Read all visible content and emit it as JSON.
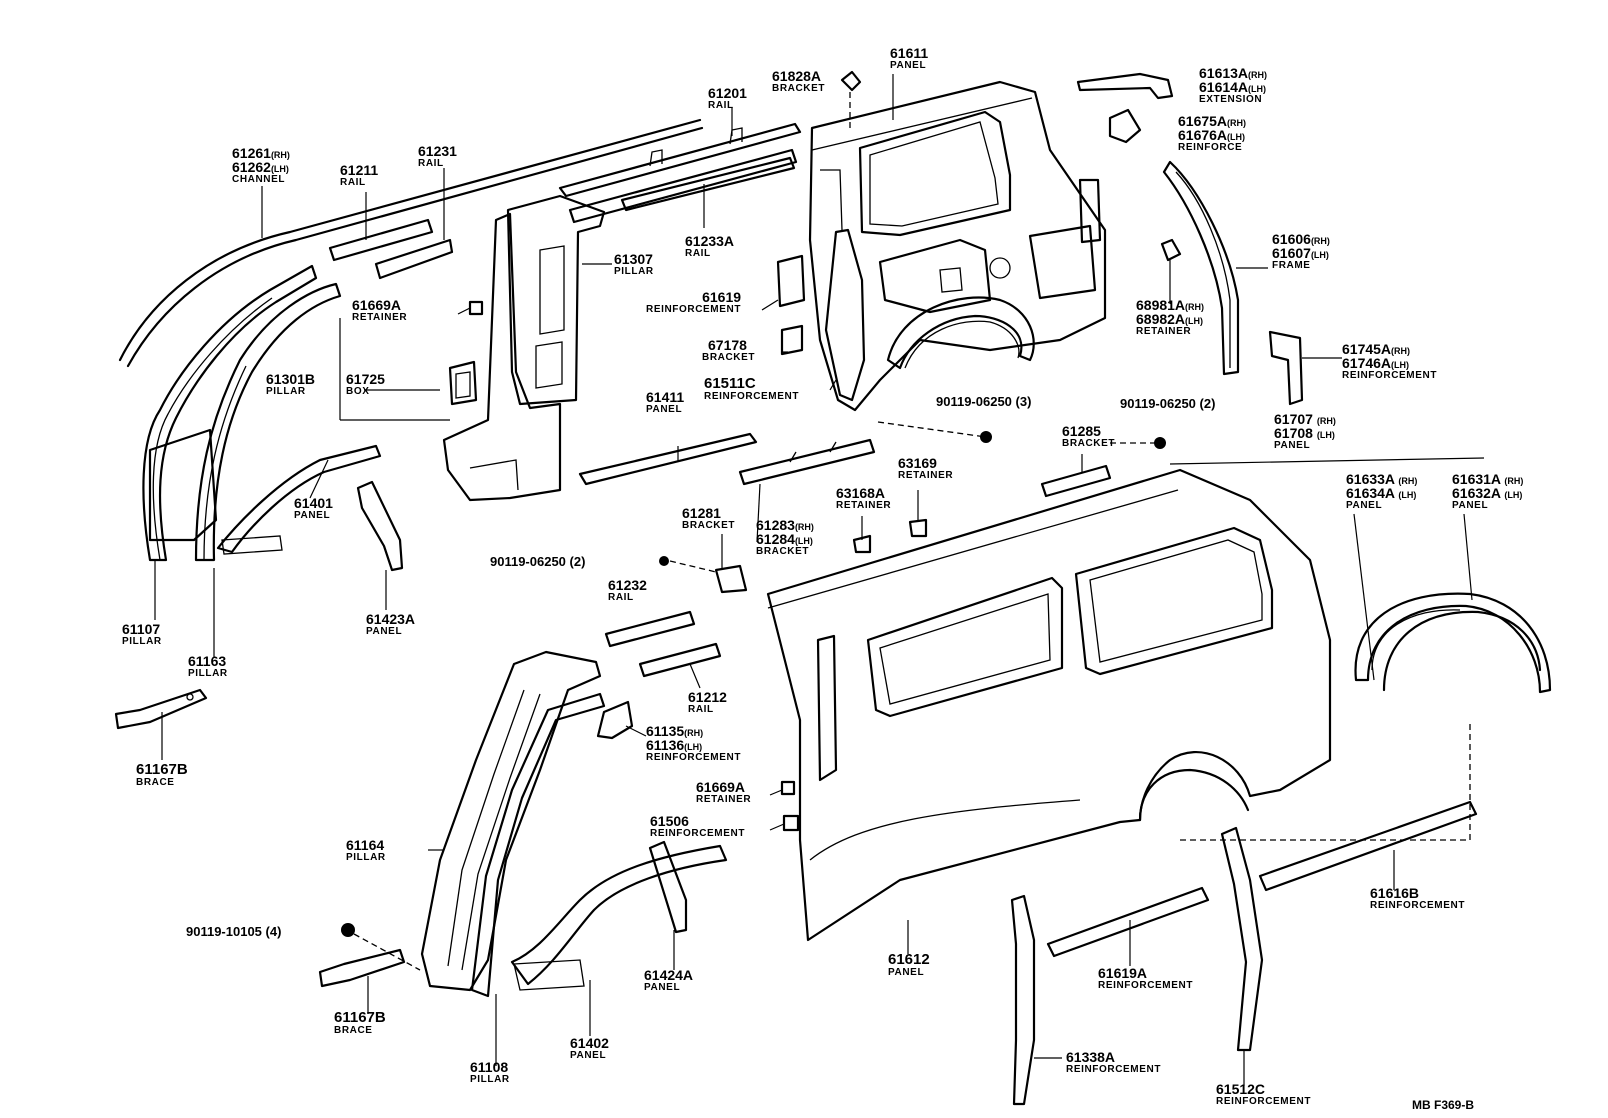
{
  "diagram_ref": "MB  F369-B",
  "labels": {
    "l61611": {
      "pn": "61611",
      "name": "PANEL"
    },
    "l61828A": {
      "pn": "61828A",
      "name": "BRACKET"
    },
    "l61201": {
      "pn": "61201",
      "name": "RAIL"
    },
    "l61613": {
      "pn1": "61613A",
      "sfx1": "(RH)",
      "pn2": "61614A",
      "sfx2": "(LH)",
      "name": "EXTENSION"
    },
    "l61675": {
      "pn1": "61675A",
      "sfx1": "(RH)",
      "pn2": "61676A",
      "sfx2": "(LH)",
      "name": "REINFORCE"
    },
    "l61261": {
      "pn1": "61261",
      "sfx1": "(RH)",
      "pn2": "61262",
      "sfx2": "(LH)",
      "name": "CHANNEL"
    },
    "l61211": {
      "pn": "61211",
      "name": "RAIL"
    },
    "l61231": {
      "pn": "61231",
      "name": "RAIL"
    },
    "l61233A": {
      "pn": "61233A",
      "name": "RAIL"
    },
    "l61307": {
      "pn": "61307",
      "name": "PILLAR"
    },
    "l61606": {
      "pn1": "61606",
      "sfx1": "(RH)",
      "pn2": "61607",
      "sfx2": "(LH)",
      "name": "FRAME"
    },
    "l61619": {
      "pn": "61619",
      "name": "REINFORCEMENT"
    },
    "l61669A_top": {
      "pn": "61669A",
      "name": "RETAINER"
    },
    "l68981": {
      "pn1": "68981A",
      "sfx1": "(RH)",
      "pn2": "68982A",
      "sfx2": "(LH)",
      "name": "RETAINER"
    },
    "l67178": {
      "pn": "67178",
      "name": "BRACKET"
    },
    "l61301B": {
      "pn": "61301B",
      "name": "PILLAR"
    },
    "l61725": {
      "pn": "61725",
      "name": "BOX"
    },
    "l61745": {
      "pn1": "61745A",
      "sfx1": "(RH)",
      "pn2": "61746A",
      "sfx2": "(LH)",
      "name": "REINFORCEMENT"
    },
    "l61511C": {
      "pn": "61511C",
      "name": "REINFORCEMENT"
    },
    "l61411": {
      "pn": "61411",
      "name": "PANEL"
    },
    "l90119_3": {
      "pn": "90119-06250 (3)"
    },
    "l90119_2a": {
      "pn": "90119-06250 (2)"
    },
    "l61707": {
      "pn1": "61707",
      "sfx1": "(RH)",
      "pn2": "61708",
      "sfx2": "(LH)",
      "name": "PANEL"
    },
    "l61285": {
      "pn": "61285",
      "name": "BRACKET"
    },
    "l63169": {
      "pn": "63169",
      "name": "RETAINER"
    },
    "l61633": {
      "pn1": "61633A",
      "sfx1": "(RH)",
      "pn2": "61634A",
      "sfx2": "(LH)",
      "name": "PANEL"
    },
    "l61631": {
      "pn1": "61631A",
      "sfx1": "(RH)",
      "pn2": "61632A",
      "sfx2": "(LH)",
      "name": "PANEL"
    },
    "l61401": {
      "pn": "61401",
      "name": "PANEL"
    },
    "l61281": {
      "pn": "61281",
      "name": "BRACKET"
    },
    "l61283": {
      "pn1": "61283",
      "sfx1": "(RH)",
      "pn2": "61284",
      "sfx2": "(LH)",
      "name": "BRACKET"
    },
    "l63168A": {
      "pn": "63168A",
      "name": "RETAINER"
    },
    "l90119_2b": {
      "pn": "90119-06250 (2)"
    },
    "l61232": {
      "pn": "61232",
      "name": "RAIL"
    },
    "l61107": {
      "pn": "61107",
      "name": "PILLAR"
    },
    "l61423A": {
      "pn": "61423A",
      "name": "PANEL"
    },
    "l61163": {
      "pn": "61163",
      "name": "PILLAR"
    },
    "l61212": {
      "pn": "61212",
      "name": "RAIL"
    },
    "l61135": {
      "pn1": "61135",
      "sfx1": "(RH)",
      "pn2": "61136",
      "sfx2": "(LH)",
      "name": "REINFORCEMENT"
    },
    "l61167B_top": {
      "pn": "61167B",
      "name": "BRACE"
    },
    "l61669A_bot": {
      "pn": "61669A",
      "name": "RETAINER"
    },
    "l61506": {
      "pn": "61506",
      "name": "REINFORCEMENT"
    },
    "l61164": {
      "pn": "61164",
      "name": "PILLAR"
    },
    "l61616B": {
      "pn": "61616B",
      "name": "REINFORCEMENT"
    },
    "l90119_10105": {
      "pn": "90119-10105 (4)"
    },
    "l61612": {
      "pn": "61612",
      "name": "PANEL"
    },
    "l61424A": {
      "pn": "61424A",
      "name": "PANEL"
    },
    "l61619A": {
      "pn": "61619A",
      "name": "REINFORCEMENT"
    },
    "l61167B_bot": {
      "pn": "61167B",
      "name": "BRACE"
    },
    "l61402": {
      "pn": "61402",
      "name": "PANEL"
    },
    "l61338A": {
      "pn": "61338A",
      "name": "REINFORCEMENT"
    },
    "l61108": {
      "pn": "61108",
      "name": "PILLAR"
    },
    "l61512C": {
      "pn": "61512C",
      "name": "REINFORCEMENT"
    }
  }
}
